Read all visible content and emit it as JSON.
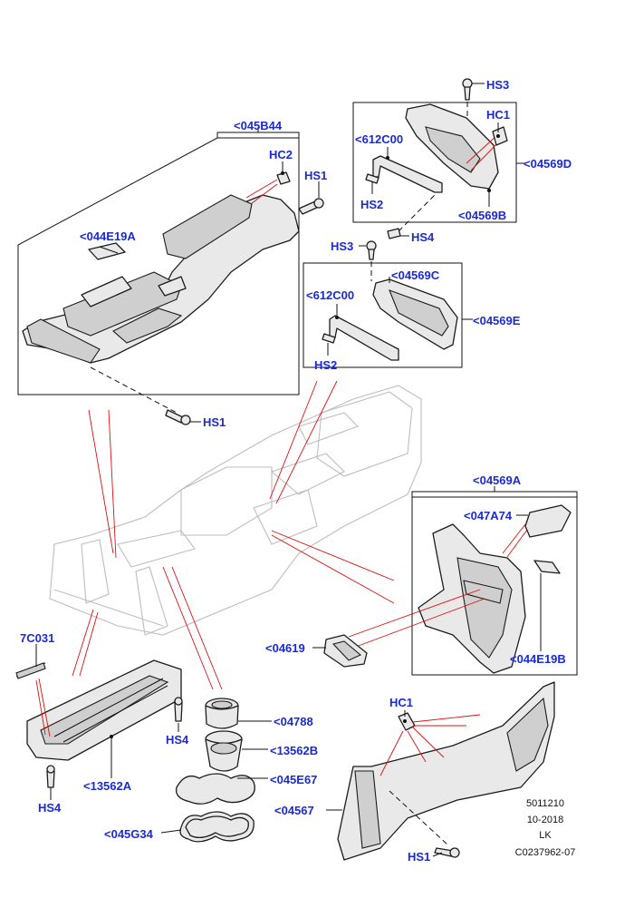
{
  "callouts": {
    "c045B44": "<045B44",
    "c044E19A": "<044E19A",
    "hc2": "HC2",
    "hs1_top": "HS1",
    "hs1_mid": "HS1",
    "hs3_top": "HS3",
    "hc1_top": "HC1",
    "c612C00_top": "<612C00",
    "c04569D": "<04569D",
    "hs2_top": "HS2",
    "c04569B": "<04569B",
    "hs4_mid": "HS4",
    "hs3_mid": "HS3",
    "c04569C": "<04569C",
    "c612C00_mid": "<612C00",
    "c04569E": "<04569E",
    "hs2_mid": "HS2",
    "c04569A": "<04569A",
    "c047A74": "<047A74",
    "c04619": "<04619",
    "c044E19B": "<044E19B",
    "c7C031": "7C031",
    "c04788": "<04788",
    "hs4_left_upper": "HS4",
    "c13562B": "<13562B",
    "c045E67": "<045E67",
    "c13562A": "<13562A",
    "hs4_left_lower": "HS4",
    "c045G34": "<045G34",
    "hc1_bottom": "HC1",
    "c04567": "<04567",
    "hs1_bottom": "HS1"
  },
  "reference": {
    "number": "5011210",
    "date": "10-2018",
    "initials": "LK",
    "code": "C0237962-07"
  },
  "colors": {
    "callout": "#1a2bd6",
    "leader_red": "#e01010",
    "line": "#111111",
    "ghost": "#bdbdbd"
  }
}
